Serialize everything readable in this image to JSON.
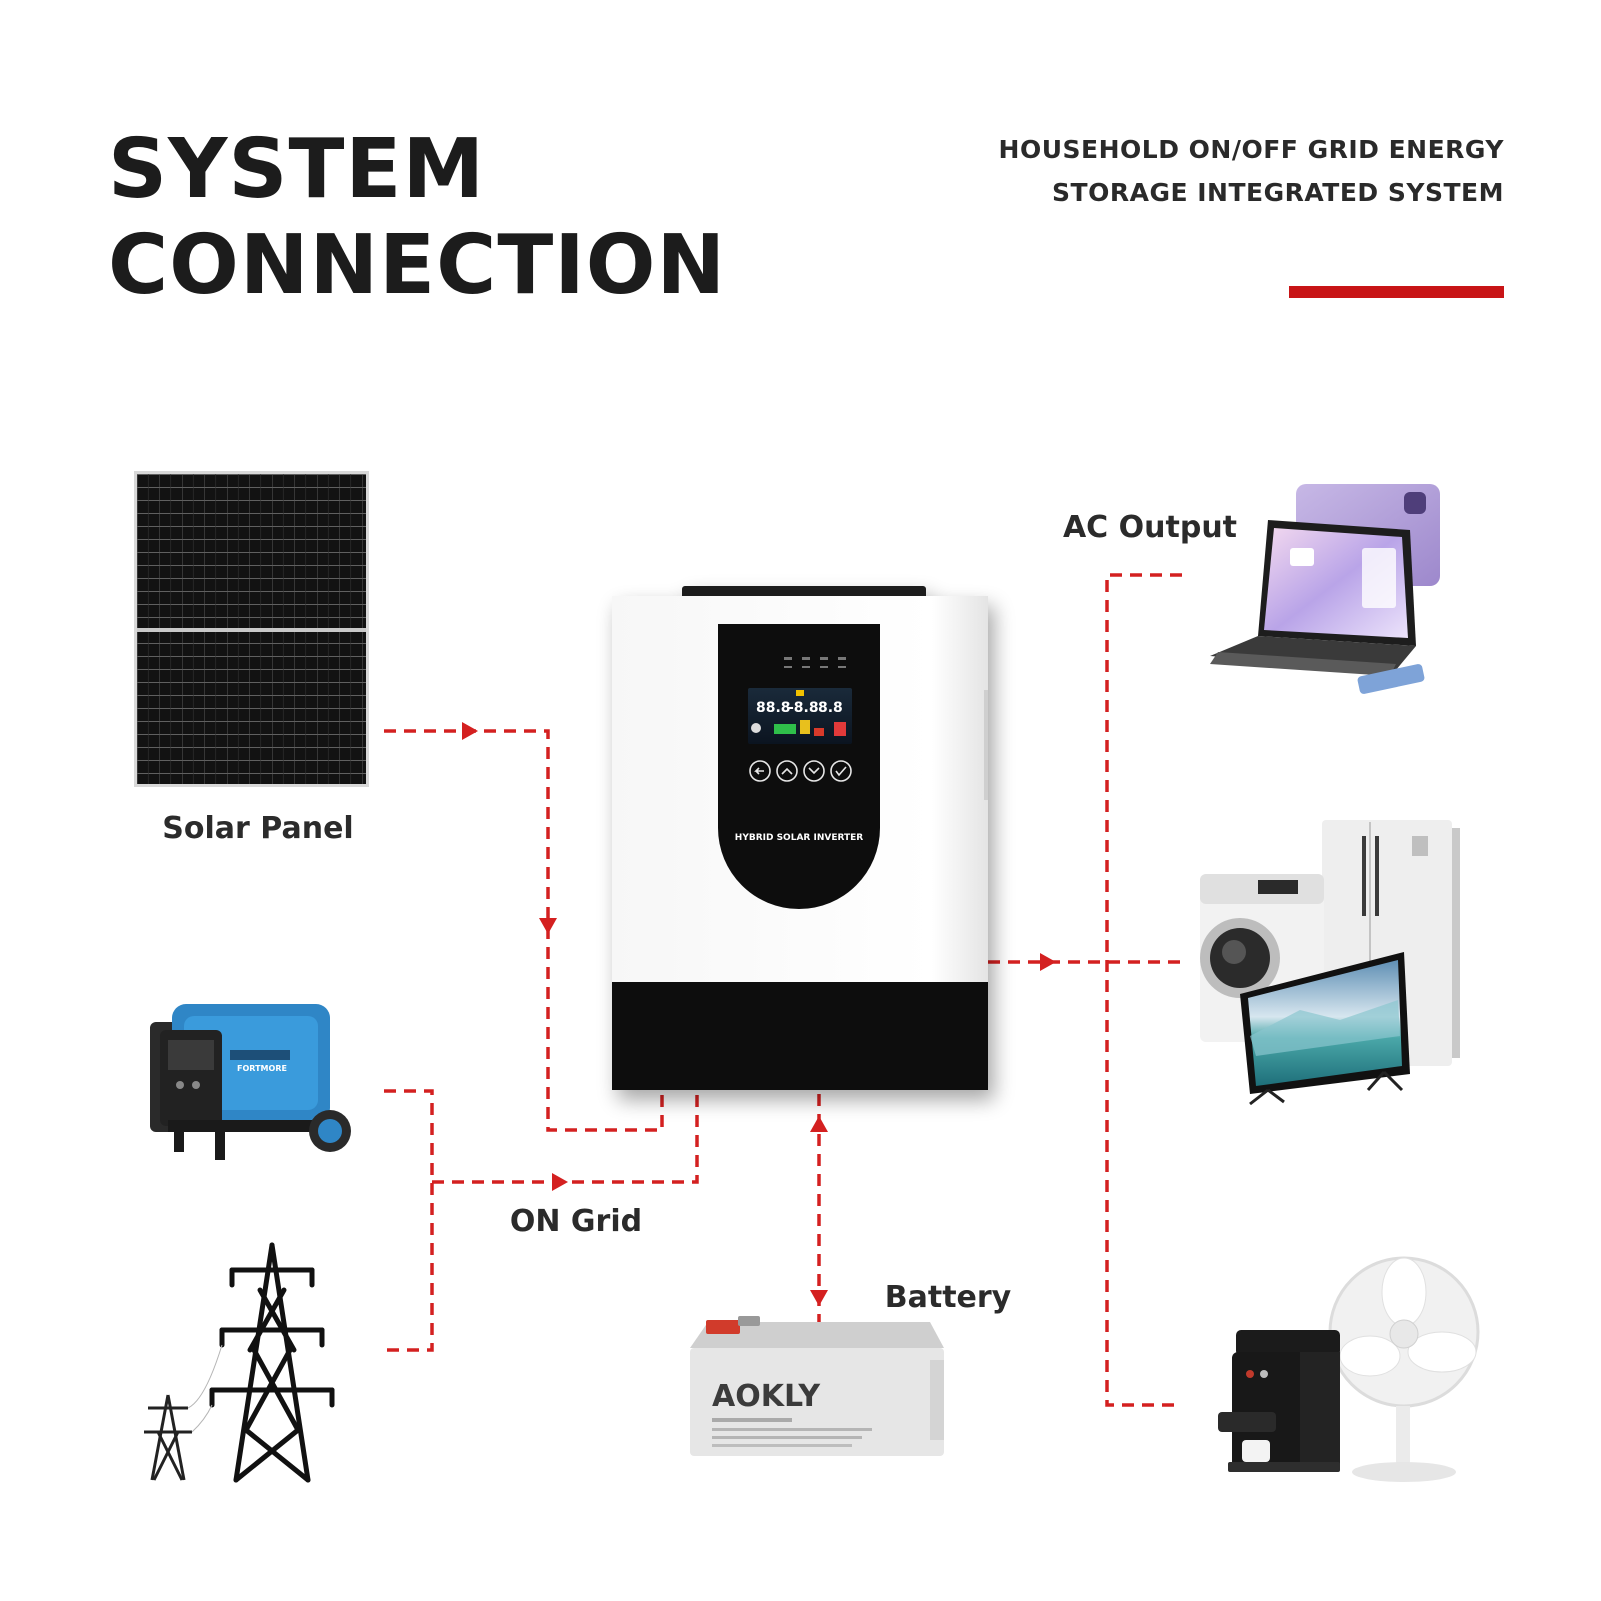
{
  "header": {
    "title_line1": "SYSTEM",
    "title_line2": "CONNECTION",
    "subtitle_line1": "HOUSEHOLD ON/OFF GRID ENERGY",
    "subtitle_line2": "STORAGE INTEGRATED SYSTEM"
  },
  "labels": {
    "solar_panel": "Solar Panel",
    "on_grid": "ON Grid",
    "battery": "Battery",
    "ac_output": "AC Output"
  },
  "inverter": {
    "name": "HYBRID SOLAR INVERTER"
  },
  "battery_brand": "AOKLY",
  "generator_brand": "FORTMORE",
  "colors": {
    "accent": "#c81416",
    "flow_line": "#d42020",
    "text": "#1c1c1c"
  },
  "icons": [
    "solar-panel-icon",
    "generator-icon",
    "power-tower-icon",
    "inverter-icon",
    "battery-icon",
    "laptop-tablet-icon",
    "appliances-icon",
    "coffee-fan-icon"
  ]
}
